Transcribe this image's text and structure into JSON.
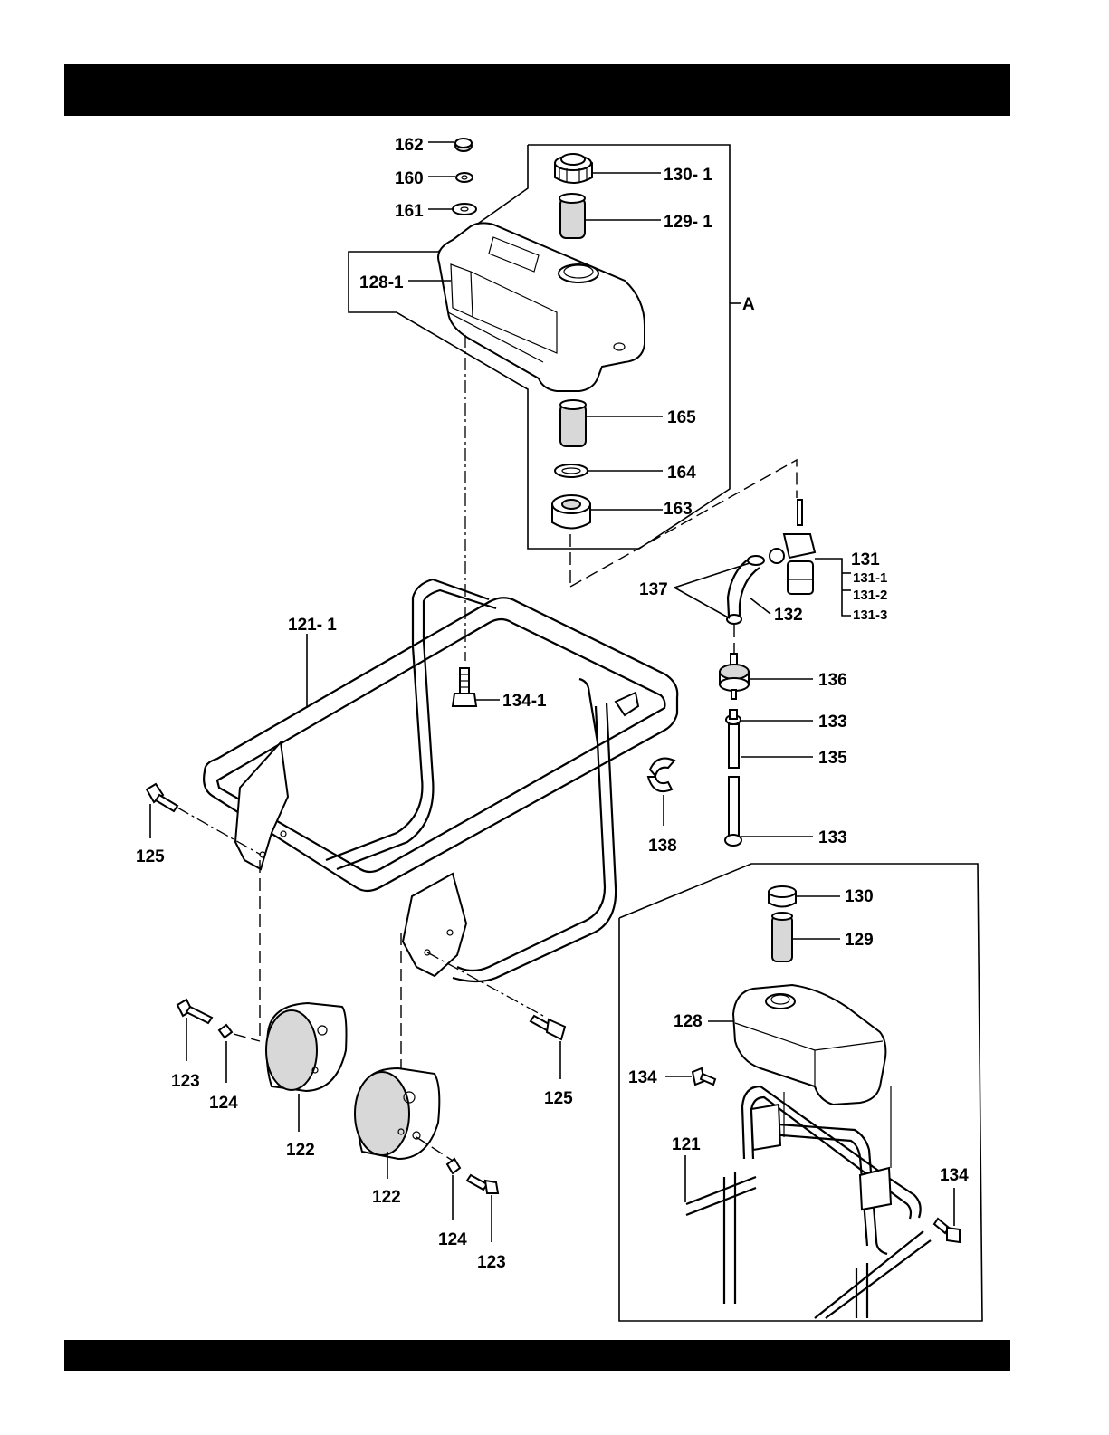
{
  "header": {
    "text": ""
  },
  "footer": {
    "text": ""
  },
  "labels": {
    "l162": "162",
    "l160": "160",
    "l161": "161",
    "l130_1": "130- 1",
    "l129_1": "129- 1",
    "l128_1": "128-1",
    "lA": "A",
    "l165": "165",
    "l164": "164",
    "l163": "163",
    "l131": "131",
    "l131_1": "131-1",
    "l131_2": "131-2",
    "l131_3": "131-3",
    "l137": "137",
    "l132": "132",
    "l121_1": "121- 1",
    "l134_1": "134-1",
    "l136": "136",
    "l133a": "133",
    "l135": "135",
    "l133b": "133",
    "l138": "138",
    "l125a": "125",
    "l125b": "125",
    "l123a": "123",
    "l124a": "124",
    "l122a": "122",
    "l122b": "122",
    "l124b": "124",
    "l123b": "123",
    "l130": "130",
    "l129": "129",
    "l128": "128",
    "l134a": "134",
    "l121": "121",
    "l134b": "134"
  }
}
